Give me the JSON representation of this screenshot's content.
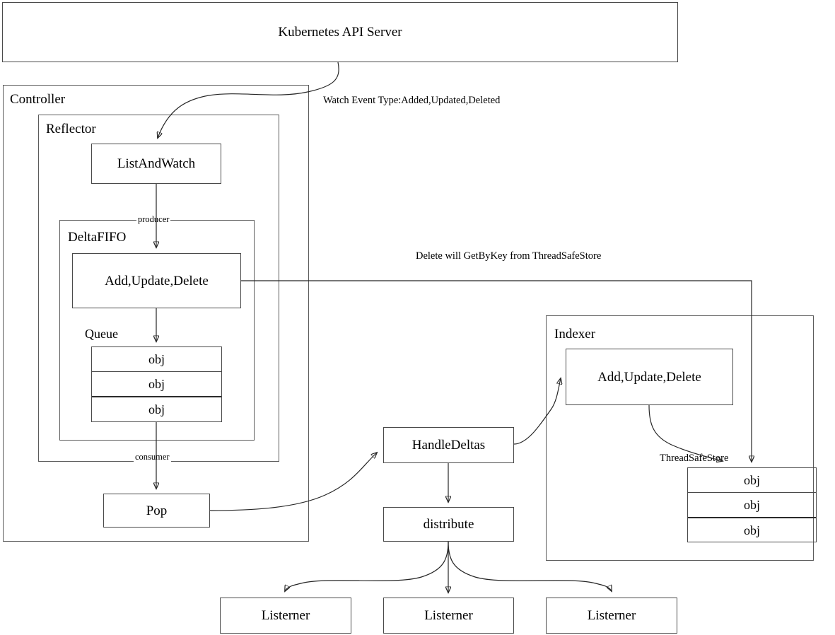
{
  "diagram": {
    "title": "Kubernetes client-go Informer flow",
    "type": "flowchart",
    "stroke_color": "#262626",
    "box_border_color": "#4a4a4a",
    "background": "#ffffff"
  },
  "api_server": {
    "label": "Kubernetes API Server"
  },
  "controller": {
    "title": "Controller",
    "reflector": {
      "title": "Reflector",
      "list_and_watch": {
        "label": "ListAndWatch"
      },
      "delta_fifo": {
        "title": "DeltaFIFO",
        "operations": {
          "label": "Add,Update,Delete"
        },
        "queue": {
          "title": "Queue",
          "items": [
            "obj",
            "obj",
            "obj"
          ]
        }
      }
    },
    "pop": {
      "label": "Pop"
    }
  },
  "handle_deltas": {
    "label": "HandleDeltas"
  },
  "distribute": {
    "label": "distribute"
  },
  "listeners": [
    {
      "label": "Listerner"
    },
    {
      "label": "Listerner"
    },
    {
      "label": "Listerner"
    }
  ],
  "indexer": {
    "title": "Indexer",
    "operations": {
      "label": "Add,Update,Delete"
    },
    "thread_safe_store": {
      "title": "ThreadSafeStore",
      "items": [
        "obj",
        "obj",
        "obj"
      ]
    }
  },
  "annotations": {
    "watch_event": "Watch Event Type:Added,Updated,Deleted",
    "delete_getbykey": "Delete will GetByKey from ThreadSafeStore",
    "producer": "producer",
    "consumer": "consumer"
  }
}
